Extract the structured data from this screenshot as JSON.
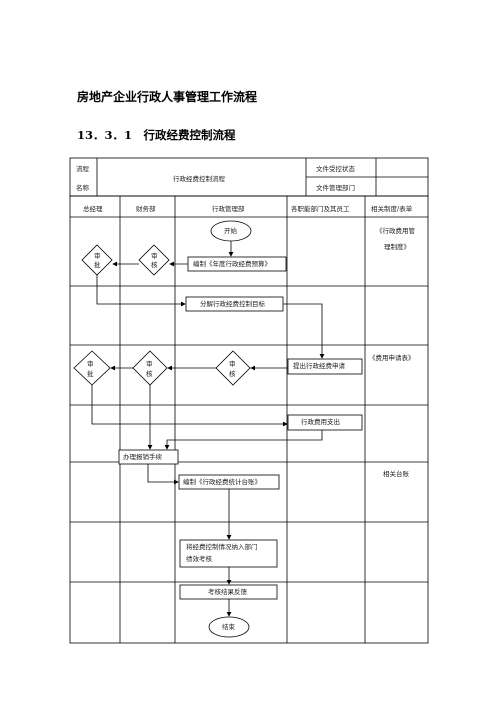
{
  "document": {
    "title": "房地产企业行政人事管理工作流程",
    "section": "13．3．1　行政经费控制流程"
  },
  "header_table": {
    "flow_label_line1": "流程",
    "flow_label_line2": "名称",
    "flow_name": "行政经费控制流程",
    "status_label": "文件受控状态",
    "status_value": "",
    "dept_label": "文件管理部门",
    "dept_value": ""
  },
  "columns": [
    "总经理",
    "财务部",
    "行政管理部",
    "各职能部门及其员工",
    "相关制度/表单"
  ],
  "nodes": {
    "start": "开始",
    "approve1_a": "审",
    "approve1_b": "批",
    "review1_a": "审",
    "review1_b": "核",
    "budget": "编制《年度行政经费预算》",
    "decompose": "分解行政经费控制目标",
    "apply": "提出行政经费申请",
    "approve2_a": "审",
    "approve2_b": "批",
    "review2_a": "审",
    "review2_b": "核",
    "review3_a": "审",
    "review3_b": "核",
    "spend": "行政费用支出",
    "reimburse": "办理报销手续",
    "ledger": "编制《行政经费统计台账》",
    "perf_line1": "将经费控制情况纳入部门",
    "perf_line2": "绩效考核",
    "feedback": "考核结果反馈",
    "end": "结束"
  },
  "forms": {
    "f1_line1": "《行政费用管",
    "f1_line2": "理制度》",
    "f2": "《费用申请表》",
    "f3": "相关台账"
  }
}
